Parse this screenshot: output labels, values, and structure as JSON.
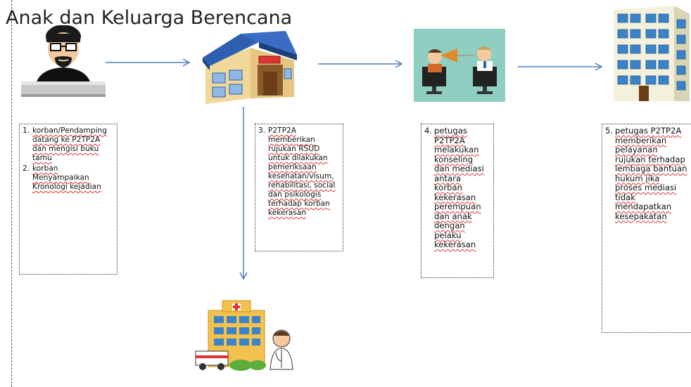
{
  "title": "Anak dan Keluarga Berencana",
  "steps": {
    "s1": {
      "num1": "1.",
      "text1": "korban/Pendamping datang ke P2TP2A dan mengisi buku tamu",
      "num2": "2.",
      "text2": "korban Menyampaikan Kronologi kejadian"
    },
    "s3": {
      "num": "3.",
      "text": "P2TP2A memberikan rujukan RSUD untuk dilakukan pemeriksaan kesehatan/visum, rehabilitasi, social dan psikologis terhadap korban kekerasan"
    },
    "s4": {
      "num": "4.",
      "text": "petugas P2TP2A melakukan konseling dan mediasi antara korban kekerasan perempuan dan anak dengan pelaku kekerasan"
    },
    "s5": {
      "num": "5.",
      "text": "petugas P2TP2A memberikan pelayanan rujukan terhadap lembaga bantuan hukum jika proses mediasi tidak mendapatkan kesepakatan"
    }
  },
  "icons": {
    "person": "person-at-desk-icon",
    "office": "office-building-icon",
    "counsel": "counseling-megaphone-icon",
    "tower": "high-rise-building-icon",
    "hospital": "hospital-icon"
  },
  "colors": {
    "arrow": "#4f7fbf",
    "box_border": "#333333",
    "squiggle": "#d33333"
  }
}
